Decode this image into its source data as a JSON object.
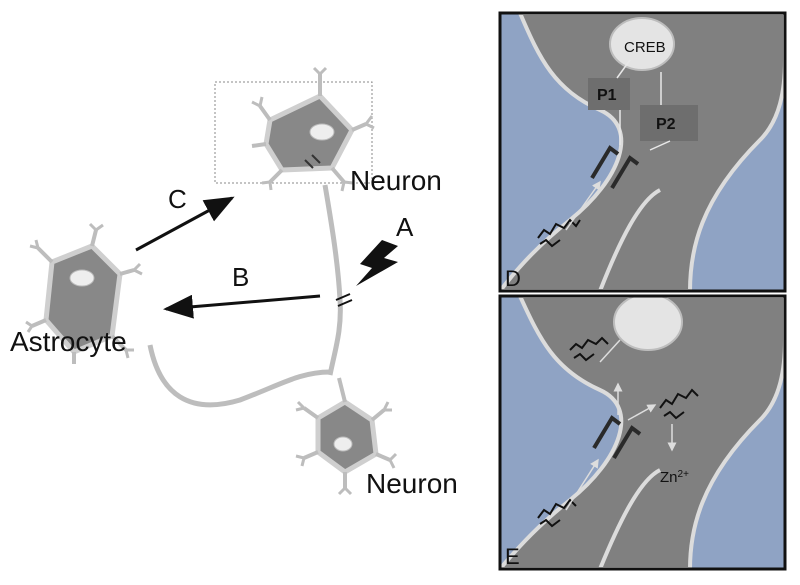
{
  "labels": {
    "neuron_top": "Neuron",
    "neuron_bottom": "Neuron",
    "astrocyte": "Astrocyte",
    "arrow_a": "A",
    "arrow_b": "B",
    "arrow_c": "C"
  },
  "panel_d": {
    "letter": "D",
    "nucleus_label": "CREB",
    "pathway_1": "P1",
    "pathway_2": "P2"
  },
  "panel_e": {
    "letter": "E",
    "ion_label": "Zn",
    "ion_charge": "2+"
  },
  "colors": {
    "cytoplasm": "#808080",
    "background_blue": "#8fa3c4",
    "panel_border": "#111111",
    "membrane": "#dcdcdc",
    "label_box": "#6e6e6e"
  }
}
